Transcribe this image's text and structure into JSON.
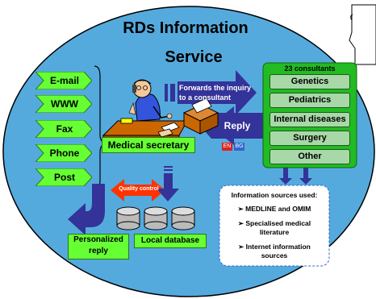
{
  "title": {
    "line1": "RDs Information",
    "line2": "Service"
  },
  "channels": [
    "E-mail",
    "WWW",
    "Fax",
    "Phone",
    "Post"
  ],
  "secretary_label": "Medical secretary",
  "forward_label": {
    "line1": "Forwards the inquiry",
    "line2": "to a consultant"
  },
  "consultants": {
    "header": "23 consultants",
    "items": [
      "Genetics",
      "Pediatrics",
      "Internal diseases",
      "Surgery",
      "Other"
    ]
  },
  "reply": {
    "label": "Reply",
    "lang1": "EN",
    "lang2": "BG"
  },
  "quality_control": "Quality control",
  "personalized_reply": {
    "line1": "Personalized",
    "line2": "reply"
  },
  "local_database": "Local database",
  "sources": {
    "header": "Information sources used:",
    "items": [
      {
        "line1": "MEDLINE and OMIM",
        "line2": ""
      },
      {
        "line1": "Specialised medical",
        "line2": "literature"
      },
      {
        "line1": "Internet information",
        "line2": "sources"
      }
    ]
  },
  "colors": {
    "ellipse": "#55aadd",
    "green": "#66ff33",
    "blue_arrow": "#333399",
    "consultant_panel": "#22bb22",
    "quality_red": "#ff3300"
  }
}
